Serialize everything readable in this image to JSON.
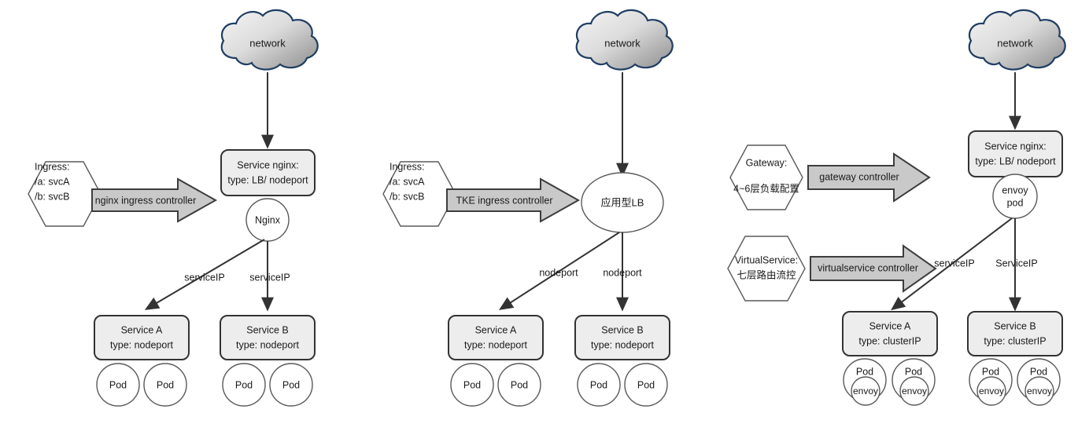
{
  "diagram": {
    "title": "Kubernetes ingress / load-balancer / service-mesh comparison",
    "colors": {
      "cloud_stroke": "#1f3d63",
      "cloud_fill_light": "#f2f2f2",
      "cloud_fill_dark": "#8e8e8e",
      "box_fill": "#ededed",
      "box_stroke": "#333333",
      "arrow_fill": "#c9c9c9",
      "arrow_stroke": "#3d3d3d",
      "line_stroke": "#333333",
      "circle_stroke": "#5a5a5a",
      "text": "#1a1a1a"
    }
  },
  "panels": [
    {
      "id": "nginx-ingress",
      "cloud_label": "network",
      "hexagon": {
        "lines": [
          "Ingress:",
          "/a: svcA",
          "/b: svcB"
        ],
        "align": "left"
      },
      "controller_arrow_label": "nginx ingress controller",
      "entry_box": {
        "line1": "Service nginx:",
        "line2": "type: LB/ nodeport"
      },
      "proxy_circle": {
        "line1": "Nginx",
        "line2": ""
      },
      "edge_label_left": "serviceIP",
      "edge_label_right": "serviceIP",
      "services": [
        {
          "line1": "Service A",
          "line2": "type: nodeport",
          "pods": [
            {
              "label": "Pod",
              "sidecar": null
            },
            {
              "label": "Pod",
              "sidecar": null
            }
          ]
        },
        {
          "line1": "Service B",
          "line2": "type: nodeport",
          "pods": [
            {
              "label": "Pod",
              "sidecar": null
            },
            {
              "label": "Pod",
              "sidecar": null
            }
          ]
        }
      ]
    },
    {
      "id": "tke-ingress",
      "cloud_label": "network",
      "hexagon": {
        "lines": [
          "Ingress:",
          "/a: svcA",
          "/b: svcB"
        ],
        "align": "left"
      },
      "controller_arrow_label": "TKE ingress controller",
      "entry_ellipse": {
        "label": "应用型LB"
      },
      "edge_label_left": "nodeport",
      "edge_label_right": "nodeport",
      "services": [
        {
          "line1": "Service A",
          "line2": "type: nodeport",
          "pods": [
            {
              "label": "Pod",
              "sidecar": null
            },
            {
              "label": "Pod",
              "sidecar": null
            }
          ]
        },
        {
          "line1": "Service B",
          "line2": "type: nodeport",
          "pods": [
            {
              "label": "Pod",
              "sidecar": null
            },
            {
              "label": "Pod",
              "sidecar": null
            }
          ]
        }
      ]
    },
    {
      "id": "istio-gateway",
      "cloud_label": "network",
      "hexagon_top": {
        "lines": [
          "Gateway:",
          "4~6层负载配置"
        ],
        "align": "center"
      },
      "hexagon_bottom": {
        "lines": [
          "VirtualService:",
          "七层路由流控"
        ],
        "align": "center"
      },
      "controller_arrow_label_top": "gateway controller",
      "controller_arrow_label_bottom": "virtualservice controller",
      "entry_box": {
        "line1": "Service nginx:",
        "line2": "type: LB/ nodeport"
      },
      "proxy_circle": {
        "line1": "envoy",
        "line2": "pod"
      },
      "edge_label_left": "serviceIP",
      "edge_label_right": "ServiceIP",
      "services": [
        {
          "line1": "Service A",
          "line2": "type: clusterIP",
          "pods": [
            {
              "label": "Pod",
              "sidecar": "envoy"
            },
            {
              "label": "Pod",
              "sidecar": "envoy"
            }
          ]
        },
        {
          "line1": "Service B",
          "line2": "type: clusterIP",
          "pods": [
            {
              "label": "Pod",
              "sidecar": "envoy"
            },
            {
              "label": "Pod",
              "sidecar": "envoy"
            }
          ]
        }
      ]
    }
  ]
}
